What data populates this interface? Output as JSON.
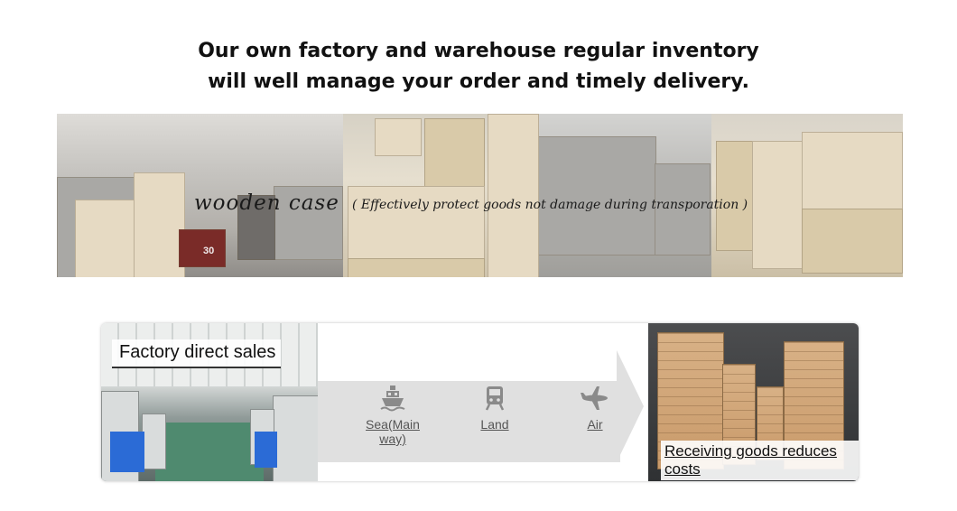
{
  "headline": {
    "line1": "Our own factory and warehouse regular inventory",
    "line2": "will well manage your order and timely delivery."
  },
  "wooden_case": {
    "title": "wooden case",
    "note": "( Effectively protect goods not damage during transporation )",
    "pallet_number": "30"
  },
  "factory": {
    "label": "Factory direct sales"
  },
  "shipping_modes": [
    {
      "icon": "ship-icon",
      "label": "Sea(Main way)"
    },
    {
      "icon": "train-icon",
      "label": "Land"
    },
    {
      "icon": "airplane-icon",
      "label": "Air"
    }
  ],
  "receiving": {
    "label": "Receiving goods reduces costs"
  },
  "colors": {
    "arrow": "#e0e0e0",
    "icon": "#8a8a8a",
    "text": "#111111"
  }
}
